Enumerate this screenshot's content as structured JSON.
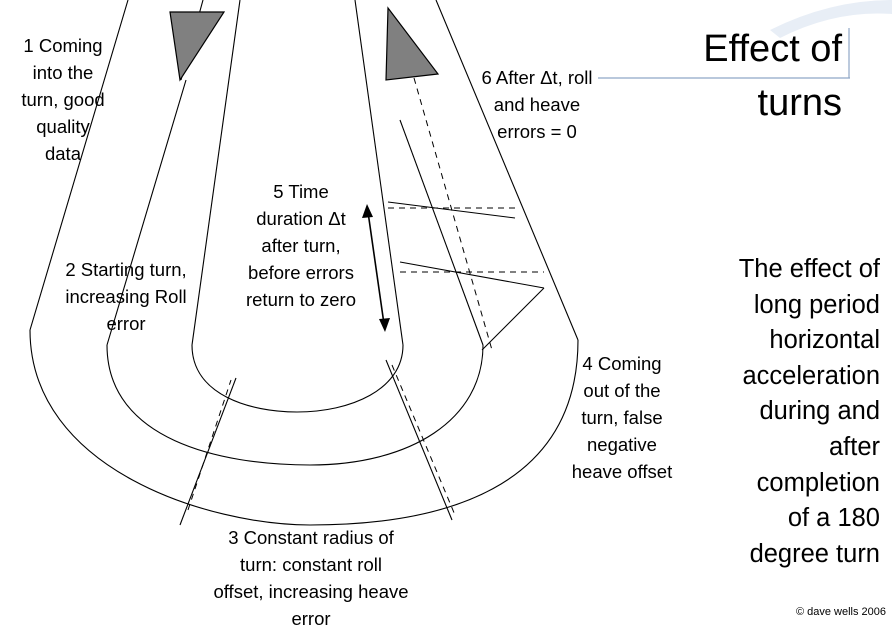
{
  "title_lines": [
    "Effect of",
    "turns"
  ],
  "labels": {
    "l1": [
      "1 Coming",
      "into the",
      "turn, good",
      "quality",
      "data"
    ],
    "l2": [
      "2 Starting turn,",
      "increasing Roll",
      "error"
    ],
    "l3": [
      "3 Constant radius of",
      "turn: constant roll",
      "offset, increasing heave",
      "error"
    ],
    "l4": [
      "4 Coming",
      "out of the",
      "turn, false",
      "negative",
      "heave offset"
    ],
    "l5": [
      "5 Time",
      "duration Δt",
      "after turn,",
      "before errors",
      "return to zero"
    ],
    "l6": [
      "6 After Δt, roll",
      "and heave",
      "errors = 0"
    ]
  },
  "description_lines": [
    "The effect of",
    "long period",
    "horizontal",
    "acceleration",
    "during and",
    "after",
    "completion",
    "of a 180",
    "degree turn"
  ],
  "copyright": "© dave wells 2006",
  "colors": {
    "background": "#ffffff",
    "line": "#000000",
    "arrow_fill": "#808080",
    "accent": "#8fa6c6"
  }
}
